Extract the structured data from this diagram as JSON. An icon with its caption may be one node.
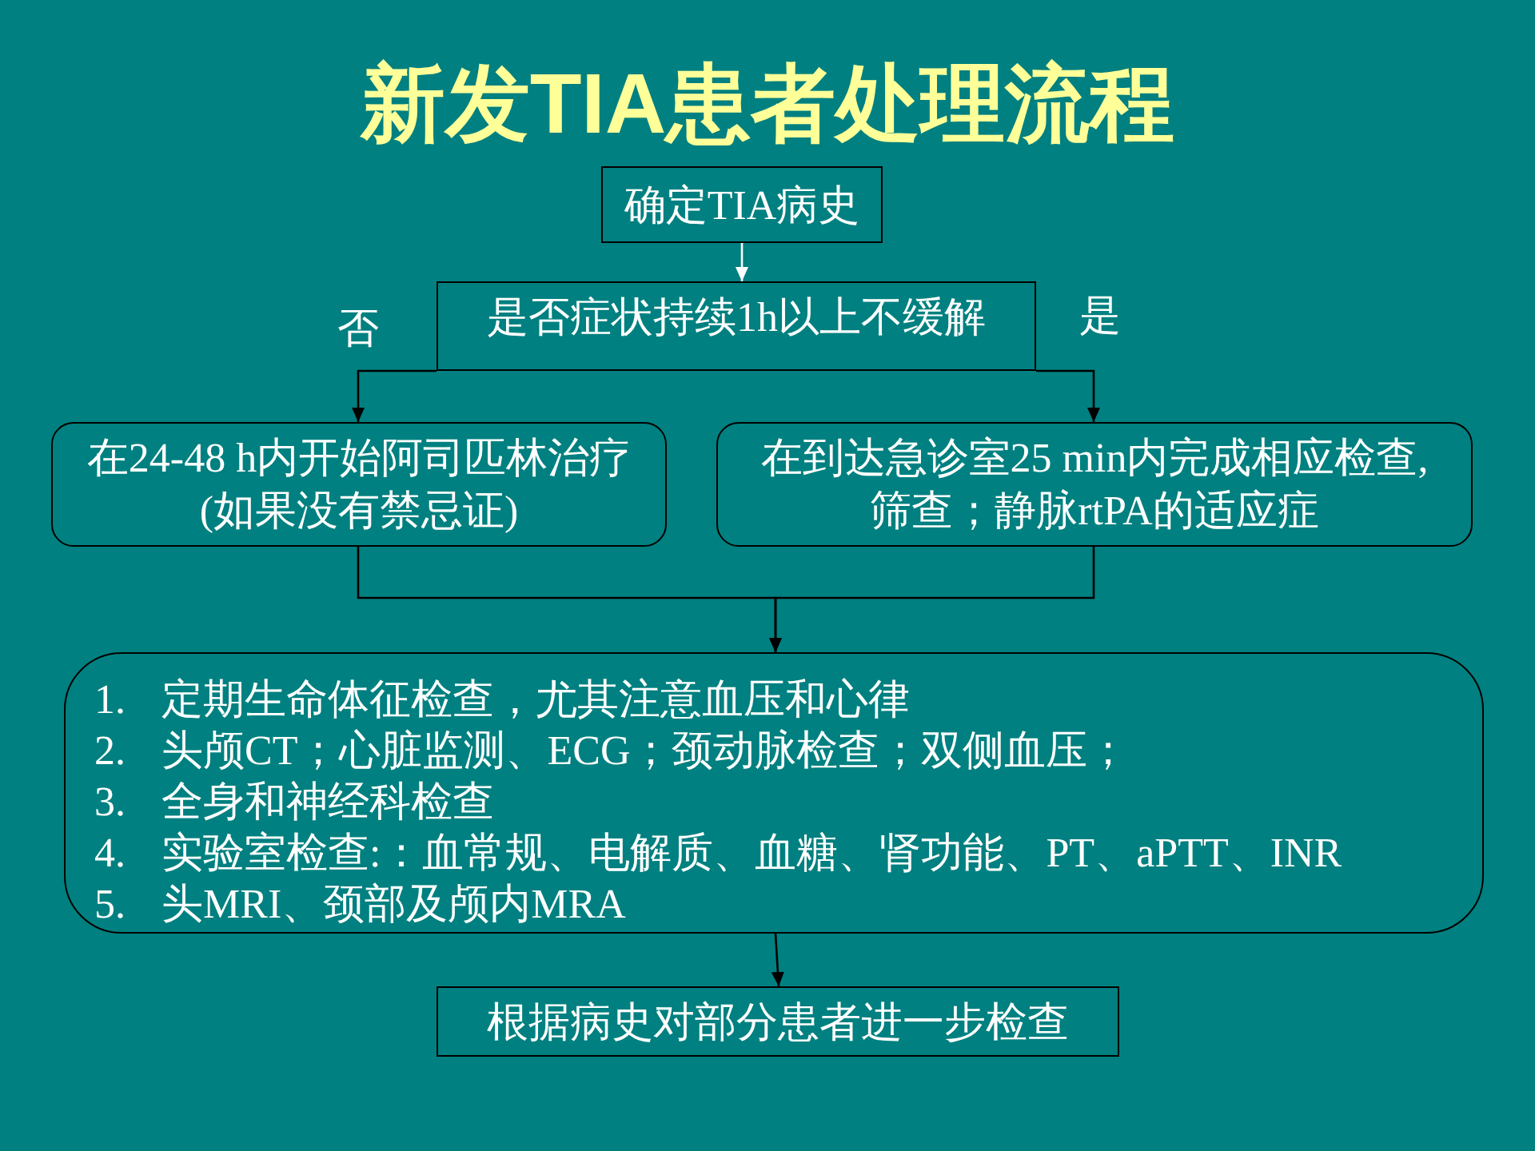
{
  "diagram": {
    "title": "新发TIA患者处理流程",
    "nodes": [
      {
        "text": [
          "确定TIA病史"
        ]
      },
      {
        "text": [
          "是否症状持续1h以上不缓解"
        ]
      },
      {
        "text": [
          "在24-48 h内开始阿司匹林治疗 (如果没有禁忌证)"
        ]
      },
      {
        "text": [
          "在到达急诊室25 min内完成相应检查, 筛查；静脉rtPA的适应症"
        ]
      },
      {
        "text": [
          "1. 定期生命体征检查，尤其注意血压和心律",
          "2. 头颅CT；心脏监测、ECG；颈动脉检查；双侧血压；",
          "3. 全身和神经科检查",
          "4. 实验室检查:：血常规、电解质、血糖、肾功能、PT、aPTT、INR",
          "5. 头MRI、颈部及颅内MRA"
        ]
      },
      {
        "text": [
          "根据病史对部分患者进一步检查"
        ]
      }
    ],
    "edges": [
      {
        "from": 0,
        "to": 1,
        "arrow": "to",
        "color": "#ffffff"
      },
      {
        "from": 1,
        "to": 2,
        "arrow": "to",
        "label": "否"
      },
      {
        "from": 1,
        "to": 3,
        "arrow": "to",
        "label": "是"
      },
      {
        "from": 2,
        "to": 4,
        "arrow": "to"
      },
      {
        "from": 3,
        "to": 4,
        "arrow": "to"
      },
      {
        "from": 4,
        "to": 5,
        "arrow": "to"
      }
    ]
  }
}
